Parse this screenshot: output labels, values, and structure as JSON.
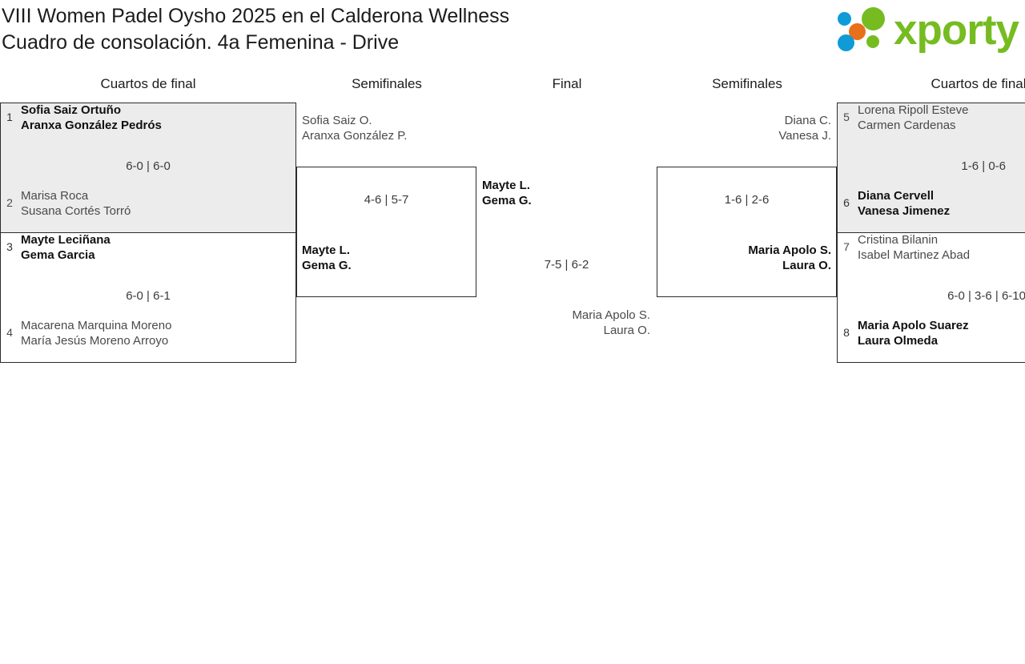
{
  "header": {
    "title_line1": "VIII Women Padel Oysho 2025 en el Calderona Wellness",
    "title_line2": "Cuadro de consolación. 4a Femenina - Drive",
    "logo_text": "xporty",
    "logo_colors": {
      "blue": "#0f9bd7",
      "orange": "#e8701a",
      "green": "#76bc21"
    }
  },
  "rounds": [
    {
      "label": "Cuartos de final"
    },
    {
      "label": "Semifinales"
    },
    {
      "label": "Final"
    },
    {
      "label": "Semifinales"
    },
    {
      "label": "Cuartos de final"
    }
  ],
  "matches": {
    "qf_left_1": {
      "score": "6-0 | 6-0",
      "top": {
        "seed": "1",
        "p1": "Sofia Saiz Ortuño",
        "p2": "Aranxa González Pedrós",
        "winner": true
      },
      "bottom": {
        "seed": "2",
        "p1": "Marisa Roca",
        "p2": "Susana Cortés Torró",
        "winner": false
      }
    },
    "qf_left_2": {
      "score": "6-0 | 6-1",
      "top": {
        "seed": "3",
        "p1": "Mayte Leciñana",
        "p2": "Gema Garcia",
        "winner": true
      },
      "bottom": {
        "seed": "4",
        "p1": "Macarena Marquina Moreno",
        "p2": "María Jesús Moreno Arroyo",
        "winner": false
      }
    },
    "sf_left": {
      "score": "4-6 | 5-7",
      "top": {
        "p1": "Sofia Saiz O.",
        "p2": "Aranxa González P.",
        "winner": false
      },
      "bottom": {
        "p1": "Mayte L.",
        "p2": "Gema G.",
        "winner": true
      }
    },
    "final": {
      "score": "7-5 | 6-2",
      "top": {
        "p1": "Mayte L.",
        "p2": "Gema G.",
        "winner": true
      },
      "bottom": {
        "p1": "Maria Apolo S.",
        "p2": "Laura O.",
        "winner": false
      }
    },
    "sf_right": {
      "score": "1-6 | 2-6",
      "top": {
        "p1": "Diana C.",
        "p2": "Vanesa J.",
        "winner": false
      },
      "bottom": {
        "p1": "Maria Apolo S.",
        "p2": "Laura O.",
        "winner": true
      }
    },
    "qf_right_1": {
      "score": "1-6 | 0-6",
      "top": {
        "seed": "5",
        "p1": "Lorena Ripoll Esteve",
        "p2": "Carmen Cardenas",
        "winner": false
      },
      "bottom": {
        "seed": "6",
        "p1": "Diana Cervell",
        "p2": "Vanesa Jimenez",
        "winner": true
      }
    },
    "qf_right_2": {
      "score": "6-0 | 3-6 | 6-10",
      "top": {
        "seed": "7",
        "p1": "Cristina Bilanin",
        "p2": "Isabel Martinez Abad",
        "winner": false
      },
      "bottom": {
        "seed": "8",
        "p1": "Maria Apolo Suarez",
        "p2": "Laura Olmeda",
        "winner": true
      }
    }
  }
}
